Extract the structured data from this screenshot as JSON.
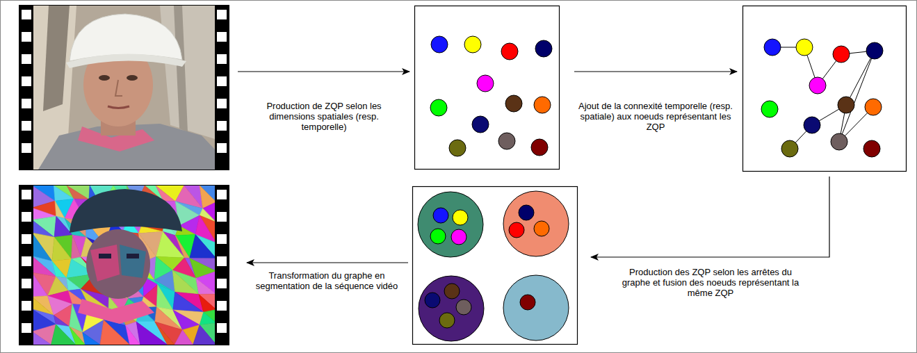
{
  "diagram": {
    "labels": [
      "Production de ZQP selon les dimensions spatiales (resp. temporelle)",
      "Ajout de la connexité temporelle (resp. spatiale) aux noeuds représentant les ZQP",
      "Production des ZQP selon les arrêtes du graphe et fusion des noeuds représentant la même ZQP",
      "Transformation du graphe en segmentation de la séquence vidéo"
    ]
  }
}
